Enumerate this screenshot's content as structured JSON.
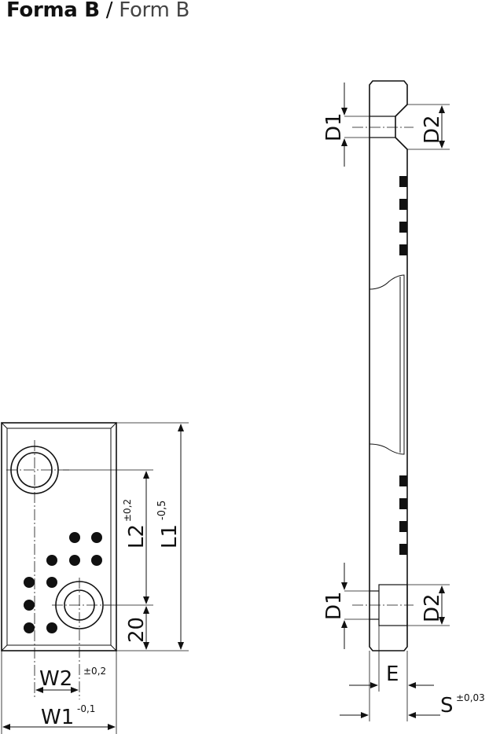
{
  "title": {
    "primary": "Forma B",
    "separator": "/",
    "secondary": "Form B"
  },
  "front_view": {
    "labels": {
      "l2": "L2",
      "l2_tol": "±0,2",
      "l1": "L1",
      "l1_tol": "-0,5",
      "offset": "20",
      "w2": "W2",
      "w2_tol": "±0,2",
      "w1": "W1",
      "w1_tol": "-0,1"
    }
  },
  "side_view": {
    "labels": {
      "d1_top": "D1",
      "d2_top": "D2",
      "d1_bottom": "D1",
      "d2_bottom": "D2",
      "e": "E",
      "s": "S",
      "s_tol": "±0,03"
    }
  }
}
